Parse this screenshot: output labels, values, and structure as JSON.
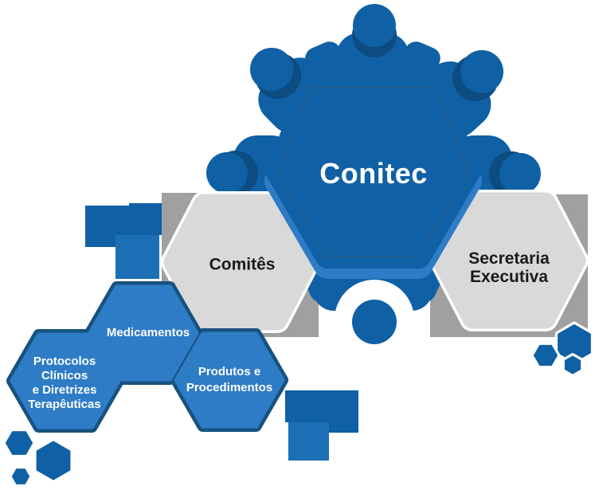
{
  "colors": {
    "main-blue": "#1060A5",
    "light-blue": "#2E7CC6",
    "navy": "#17527F",
    "pale-blue": "#1C6FB5",
    "hex-gray": "#D9D9D9",
    "square-gray": "#A0A0A0",
    "outline-blue": "#1E5E93",
    "head-shadow": "#0C4C80",
    "text-dark": "#1A1A1A",
    "text-light": "#FFFFFF"
  },
  "center": {
    "label": "Conitec"
  },
  "side_hexagons": {
    "comites": {
      "label": "Comitês"
    },
    "secretaria": {
      "label": "Secretaria\nExecutiva"
    }
  },
  "cluster": {
    "medicamentos": {
      "label": "Medicamentos"
    },
    "protocolos": {
      "label": "Protocolos\nClínicos\ne Diretrizes\nTerapêuticas"
    },
    "produtos": {
      "label": "Produtos e\nProcedimentos"
    }
  }
}
